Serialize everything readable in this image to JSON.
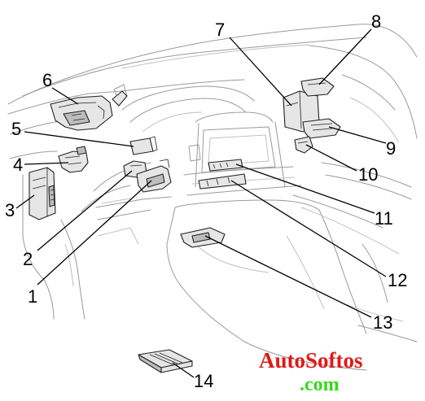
{
  "callouts": [
    {
      "id": "1",
      "label": "1"
    },
    {
      "id": "2",
      "label": "2"
    },
    {
      "id": "3",
      "label": "3"
    },
    {
      "id": "4",
      "label": "4"
    },
    {
      "id": "5",
      "label": "5"
    },
    {
      "id": "6",
      "label": "6"
    },
    {
      "id": "7",
      "label": "7"
    },
    {
      "id": "8",
      "label": "8"
    },
    {
      "id": "9",
      "label": "9"
    },
    {
      "id": "10",
      "label": "10"
    },
    {
      "id": "11",
      "label": "11"
    },
    {
      "id": "12",
      "label": "12"
    },
    {
      "id": "13",
      "label": "13"
    },
    {
      "id": "14",
      "label": "14"
    }
  ],
  "watermark": {
    "line1": "AutoSoftos",
    "line2": ".com",
    "color1": "#e01818",
    "color2": "#36d81a"
  }
}
